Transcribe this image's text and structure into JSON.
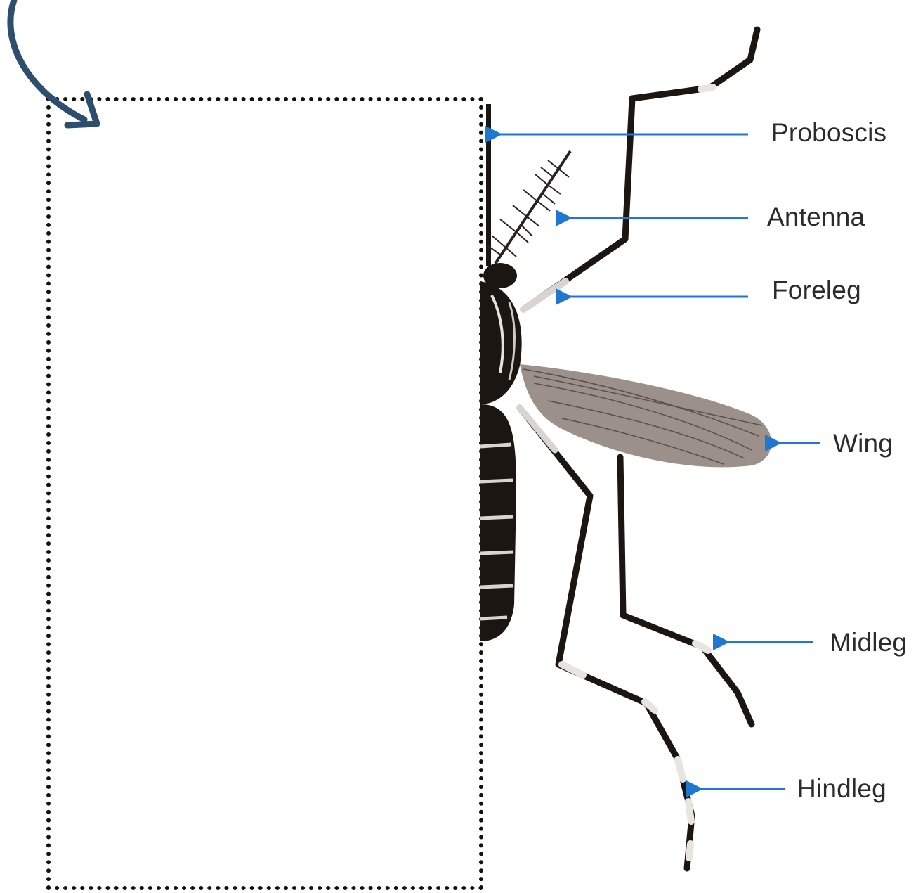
{
  "diagram": {
    "labels": {
      "proboscis": "Proboscis",
      "antenna": "Antenna",
      "foreleg": "Foreleg",
      "wing": "Wing",
      "midleg": "Midleg",
      "hindleg": "Hindleg"
    },
    "colors": {
      "pointer_arrow": "#1f77d0",
      "curved_arrow": "#2e4e6e",
      "body": "#1c1613",
      "wing": "#8a7d76"
    },
    "icons": {
      "curved_arrow": "curved-arrow-icon",
      "placeholder_box": "dotted-placeholder-box"
    }
  }
}
